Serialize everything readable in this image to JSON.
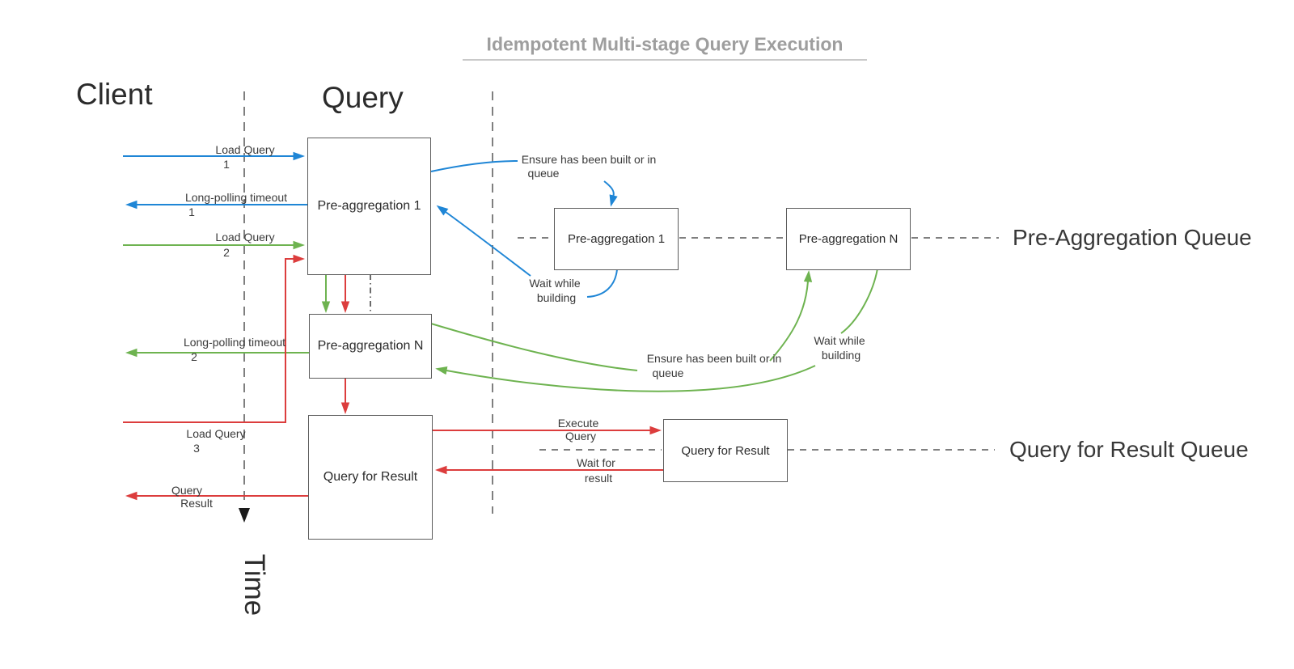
{
  "title": "Idempotent Multi-stage Query Execution",
  "headers": {
    "client": "Client",
    "query": "Query",
    "time_axis": "Time"
  },
  "boxes": {
    "pre_agg_1": "Pre-aggregation 1",
    "pre_agg_n": "Pre-aggregation N",
    "query_for_result": "Query for Result",
    "queue_pre_agg_1": "Pre-aggregation 1",
    "queue_pre_agg_n": "Pre-aggregation N",
    "queue_query_for_result": "Query for Result"
  },
  "queue_labels": {
    "pre_aggregation": "Pre-Aggregation Queue",
    "query_for_result": "Query for Result Queue"
  },
  "messages": {
    "load_query_1": {
      "label": "Load Query",
      "num": "1"
    },
    "long_polling_timeout_1": {
      "label": "Long-polling timeout",
      "num": "1"
    },
    "load_query_2": {
      "label": "Load Query",
      "num": "2"
    },
    "long_polling_timeout_2": {
      "label": "Long-polling timeout",
      "num": "2"
    },
    "load_query_3": {
      "label": "Load Query",
      "num": "3"
    },
    "query_result": {
      "line1": "Query",
      "line2": "Result"
    },
    "ensure_built_blue": {
      "line1": "Ensure has been built or in",
      "line2": "queue"
    },
    "wait_building_blue": {
      "line1": "Wait while",
      "line2": "building"
    },
    "ensure_built_green": {
      "line1": "Ensure has been built or in",
      "line2": "queue"
    },
    "wait_building_green": {
      "line1": "Wait while",
      "line2": "building"
    },
    "execute_query": {
      "line1": "Execute",
      "line2": "Query"
    },
    "wait_for_result": {
      "line1": "Wait for",
      "line2": "result"
    }
  },
  "colors": {
    "blue": "#1f86d6",
    "green": "#6eb350",
    "red": "#dc3d3d",
    "lifeline_gray": "#7f7f7f",
    "box_border": "#5c5c5c",
    "title_gray": "#9e9e9e",
    "label_text": "#3a3a3a",
    "heading_text": "#2b2b2b"
  }
}
